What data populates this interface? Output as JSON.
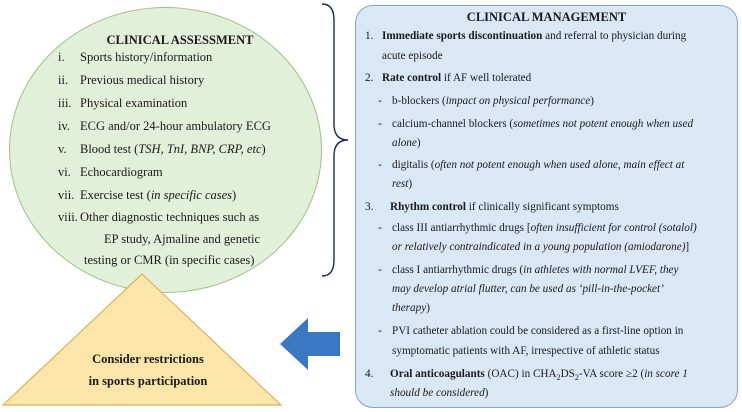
{
  "assessment": {
    "title": "CLINICAL ASSESSMENT",
    "items": [
      {
        "num": "i.",
        "text": "Sports history/information"
      },
      {
        "num": "ii.",
        "text": "Previous medical history"
      },
      {
        "num": "iii.",
        "text": "Physical examination"
      },
      {
        "num": "iv.",
        "text": "ECG and/or 24-hour ambulatory ECG"
      },
      {
        "num": "v.",
        "text": "Blood test (",
        "italic": "TSH, TnI, BNP, CRP, etc",
        "tail": ")"
      },
      {
        "num": "vi.",
        "text": "Echocardiogram"
      },
      {
        "num": "vii.",
        "text": "Exercise test (",
        "italic": "in specific cases",
        "tail": ")"
      },
      {
        "num": "viii.",
        "text": "Other diagnostic techniques such as",
        "line2": "EP study, Ajmaline and genetic",
        "line3": "testing or CMR (in specific cases)"
      }
    ]
  },
  "management": {
    "title": "CLINICAL MANAGEMENT",
    "s1": {
      "num": "1.",
      "bold": "Immediate sports discontinuation",
      "text": " and referral to physician during",
      "line2": "acute episode"
    },
    "s2": {
      "num": "2.",
      "bold": "Rate control",
      "text": " if AF well tolerated",
      "b1": {
        "text": "b-blockers (",
        "italic": "impact on physical performance",
        "tail": ")"
      },
      "b2": {
        "text": "calcium-channel blockers (",
        "italic": "sometimes not potent enough when used",
        "line2_italic": "alone",
        "tail": ")"
      },
      "b3": {
        "text": "digitalis (",
        "italic": "often not potent enough when used alone, main effect at",
        "line2_italic": "rest",
        "tail": ")"
      }
    },
    "s3": {
      "num": "3.",
      "bold": "Rhythm control",
      "text": " if clinically significant symptoms",
      "b1": {
        "text": "class III antiarrhythmic drugs [",
        "italic": "often insufficient for control (sotalol)",
        "line2_italic": "or relatively contraindicated in a young population (amiodarone)",
        "tail": "]"
      },
      "b2": {
        "text": "class I antiarrhythmic drugs (",
        "italic": "in athletes with normal LVEF, they",
        "line2_italic": "may develop atrial flutter, can be used as ‘pill-in-the-pocket’",
        "line3_italic": "therapy",
        "tail": ")"
      },
      "b3": {
        "text": "PVI catheter ablation could be considered as a first-line option in",
        "line2": "symptomatic patients with AF, irrespective of athletic status"
      }
    },
    "s4": {
      "num": "4.",
      "bold": "Oral anticoagulants",
      "text": " (OAC) in CHA",
      "sub1": "2",
      "mid": "DS",
      "sub2": "2",
      "text2": "-VA score ≥2 (",
      "italic": "in score 1",
      "line2_italic": "should be considered",
      "tail": ")"
    },
    "dash": "-"
  },
  "restrictions": {
    "line1": "Consider restrictions",
    "line2": "in sports participation"
  },
  "colors": {
    "assessment_fill": "#e2f0d9",
    "management_fill": "#dae8f6",
    "triangle_fill": "#fbe5a8",
    "arrow": "#3b78c3"
  }
}
